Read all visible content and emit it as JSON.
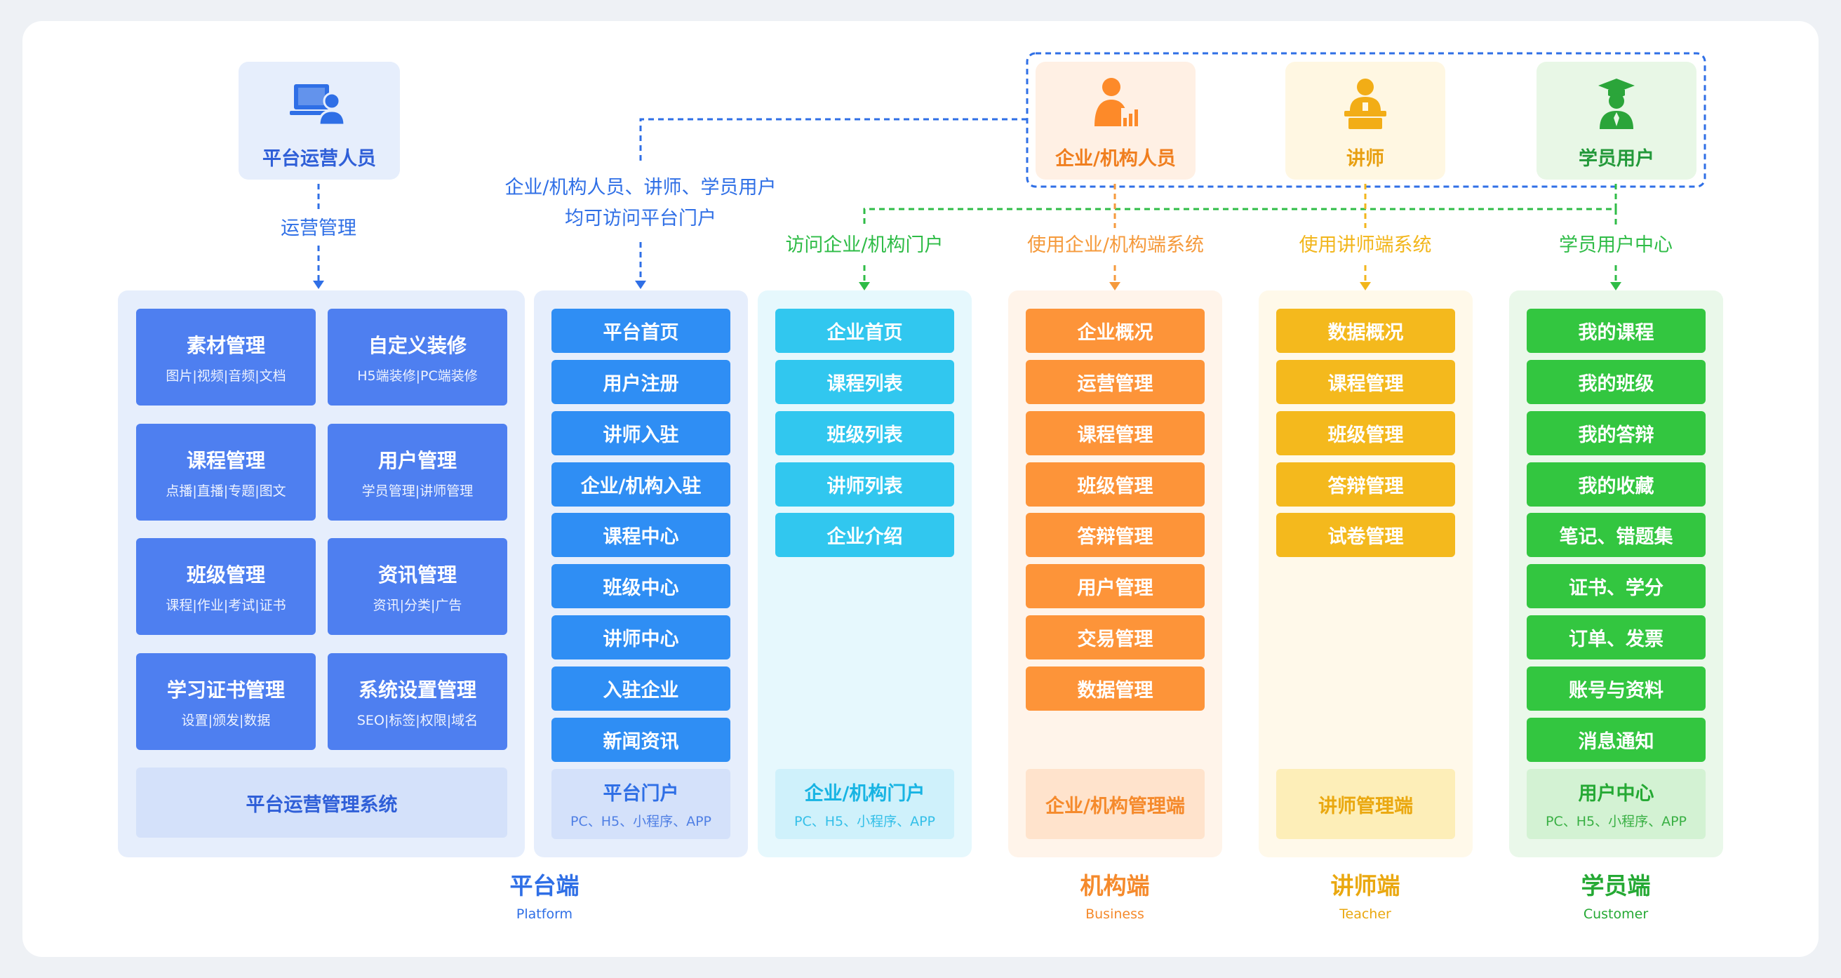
{
  "colors": {
    "blue": "#4e7ff0",
    "portal_blue": "#2f8ef4",
    "cyan": "#31c7ef",
    "orange": "#fd9439",
    "yellow": "#f4b91d",
    "green": "#33c640",
    "line_blue": "#2f6fe6",
    "line_green": "#2fbc47",
    "line_orange": "#f59a3c"
  },
  "roles": {
    "operator": {
      "label": "平台运营人员",
      "icon": "monitor-user-icon"
    },
    "enterprise": {
      "label": "企业/机构人员",
      "icon": "business-person-icon"
    },
    "teacher": {
      "label": "讲师",
      "icon": "lecturer-icon"
    },
    "student": {
      "label": "学员用户",
      "icon": "graduate-icon"
    }
  },
  "captions": {
    "ops": "运营管理",
    "portal_line1": "企业/机构人员、讲师、学员用户",
    "portal_line2": "均可访问平台门户",
    "enterprise_portal": "访问企业/机构门户",
    "business_system": "使用企业/机构端系统",
    "teacher_system": "使用讲师端系统",
    "student_center": "学员用户中心"
  },
  "mgmt": {
    "items": [
      {
        "title": "素材管理",
        "sub": "图片|视频|音频|文档"
      },
      {
        "title": "自定义装修",
        "sub": "H5端装修|PC端装修"
      },
      {
        "title": "课程管理",
        "sub": "点播|直播|专题|图文"
      },
      {
        "title": "用户管理",
        "sub": "学员管理|讲师管理"
      },
      {
        "title": "班级管理",
        "sub": "课程|作业|考试|证书"
      },
      {
        "title": "资讯管理",
        "sub": "资讯|分类|广告"
      },
      {
        "title": "学习证书管理",
        "sub": "设置|颁发|数据"
      },
      {
        "title": "系统设置管理",
        "sub": "SEO|标签|权限|域名"
      }
    ],
    "footer": "平台运营管理系统"
  },
  "portal": {
    "items": [
      "平台首页",
      "用户注册",
      "讲师入驻",
      "企业/机构入驻",
      "课程中心",
      "班级中心",
      "讲师中心",
      "入驻企业",
      "新闻资讯"
    ],
    "footer": "平台门户",
    "footer_sub": "PC、H5、小程序、APP"
  },
  "enterprise_portal": {
    "items": [
      "企业首页",
      "课程列表",
      "班级列表",
      "讲师列表",
      "企业介绍"
    ],
    "footer": "企业/机构门户",
    "footer_sub": "PC、H5、小程序、APP"
  },
  "business": {
    "items": [
      "企业概况",
      "运营管理",
      "课程管理",
      "班级管理",
      "答辩管理",
      "用户管理",
      "交易管理",
      "数据管理"
    ],
    "footer": "企业/机构管理端"
  },
  "teacher": {
    "items": [
      "数据概况",
      "课程管理",
      "班级管理",
      "答辩管理",
      "试卷管理"
    ],
    "footer": "讲师管理端"
  },
  "student": {
    "items": [
      "我的课程",
      "我的班级",
      "我的答辩",
      "我的收藏",
      "笔记、错题集",
      "证书、学分",
      "订单、发票",
      "账号与资料",
      "消息通知"
    ],
    "footer": "用户中心",
    "footer_sub": "PC、H5、小程序、APP"
  },
  "groups": {
    "platform": {
      "title": "平台端",
      "sub": "Platform"
    },
    "business": {
      "title": "机构端",
      "sub": "Business"
    },
    "teacher": {
      "title": "讲师端",
      "sub": "Teacher"
    },
    "student": {
      "title": "学员端",
      "sub": "Customer"
    }
  }
}
